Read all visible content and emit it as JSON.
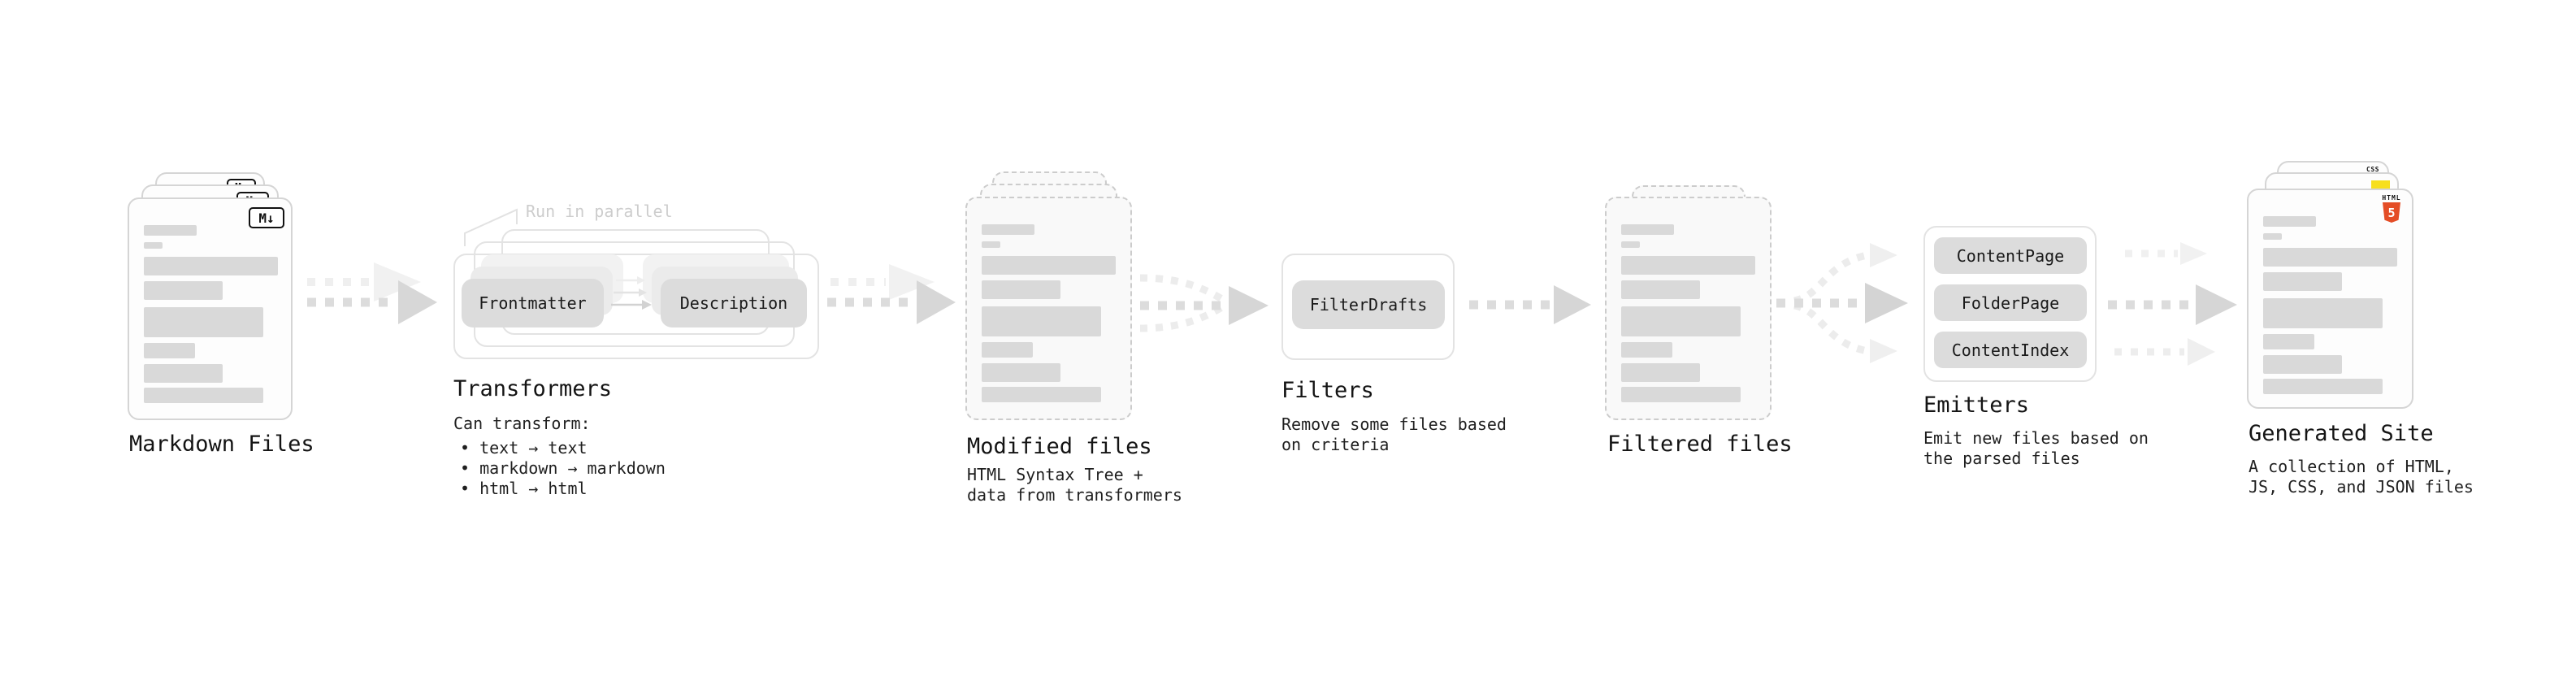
{
  "markdown_files": {
    "label": "Markdown Files",
    "badge": "M↓"
  },
  "transformers": {
    "parallel_note": "Run in parallel",
    "pill_left": "Frontmatter",
    "pill_right": "Description",
    "title": "Transformers",
    "caption_heading": "Can transform:",
    "bullets": [
      "• text → text",
      "• markdown → markdown",
      "• html → html"
    ]
  },
  "modified_files": {
    "title": "Modified files",
    "caption": [
      "HTML Syntax Tree +",
      "data from transformers"
    ]
  },
  "filters": {
    "pill": "FilterDrafts",
    "title": "Filters",
    "caption": [
      "Remove some files based",
      "on criteria"
    ]
  },
  "filtered_files": {
    "title": "Filtered files"
  },
  "emitters": {
    "pills": [
      "ContentPage",
      "FolderPage",
      "ContentIndex"
    ],
    "title": "Emitters",
    "caption": [
      "Emit new files based on",
      "the parsed files"
    ]
  },
  "generated_site": {
    "title": "Generated Site",
    "caption": [
      "A collection of HTML,",
      "JS, CSS, and JSON files"
    ],
    "badges": {
      "css_label": "CSS",
      "html_label": "HTML",
      "html_number": "5"
    }
  },
  "colors": {
    "css_accent": "#2760e6",
    "js_accent": "#f7df1e",
    "html5_accent": "#e44d26"
  }
}
